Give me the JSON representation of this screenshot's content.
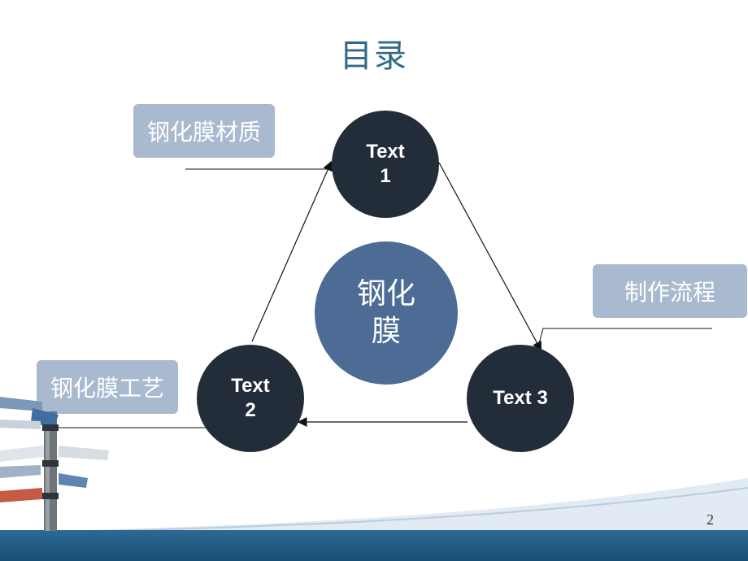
{
  "title": "目录",
  "center_label": "钢化\n膜",
  "nodes": [
    {
      "label": "Text\n1"
    },
    {
      "label": "Text\n2"
    },
    {
      "label": "Text 3"
    }
  ],
  "labels": {
    "top_left": "钢化膜材质",
    "bottom_left": "钢化膜工艺",
    "right": "制作流程"
  },
  "page_number": "2",
  "colors": {
    "title": "#2f6a86",
    "node": "#232c39",
    "center": "#4c6c96",
    "label_box": "#a9b9cf",
    "footer": "#1f5a84"
  }
}
